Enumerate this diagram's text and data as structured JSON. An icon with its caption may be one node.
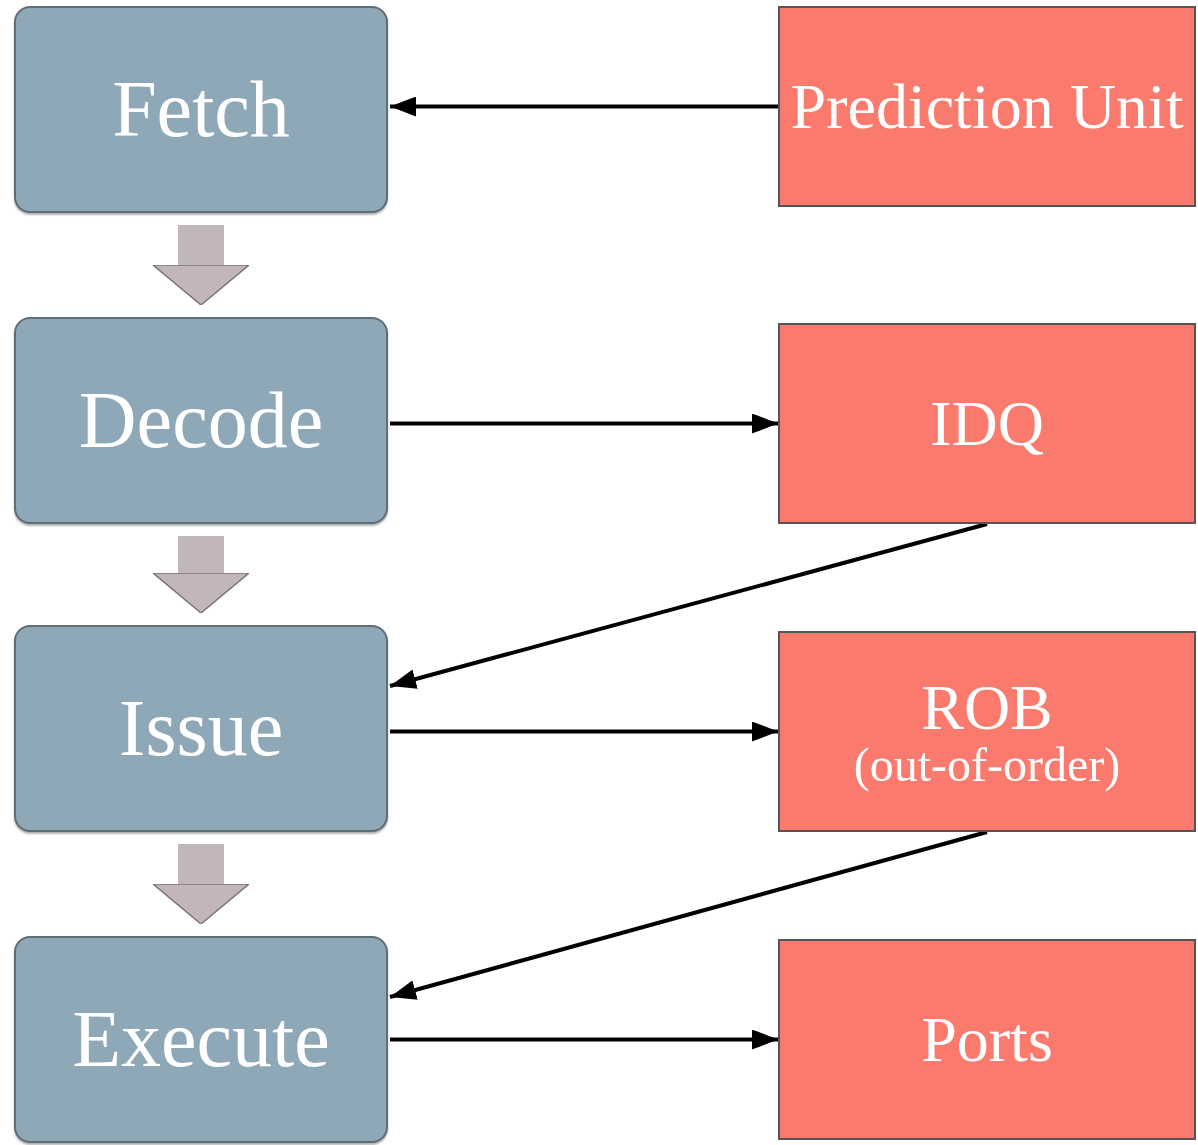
{
  "diagram": {
    "nodes": [
      {
        "text": [
          "Fetch"
        ]
      },
      {
        "text": [
          "Decode"
        ]
      },
      {
        "text": [
          "Issue"
        ]
      },
      {
        "text": [
          "Execute"
        ]
      },
      {
        "text": [
          "Prediction Unit"
        ]
      },
      {
        "text": [
          "IDQ"
        ]
      },
      {
        "text": [
          "ROB",
          "(out-of-order)"
        ]
      },
      {
        "text": [
          "Ports"
        ]
      }
    ],
    "edges": [
      {
        "from": 0,
        "to": 1,
        "arrow": "to",
        "style": "thick",
        "color": "#c3b6ba"
      },
      {
        "from": 1,
        "to": 2,
        "arrow": "to",
        "style": "thick",
        "color": "#c3b6ba"
      },
      {
        "from": 2,
        "to": 3,
        "arrow": "to",
        "style": "thick",
        "color": "#c3b6ba"
      },
      {
        "from": 4,
        "to": 0,
        "arrow": "to"
      },
      {
        "from": 1,
        "to": 5,
        "arrow": "to"
      },
      {
        "from": 5,
        "to": 2,
        "arrow": "to"
      },
      {
        "from": 2,
        "to": 6,
        "arrow": "to"
      },
      {
        "from": 6,
        "to": 3,
        "arrow": "to"
      },
      {
        "from": 3,
        "to": 7,
        "arrow": "to"
      }
    ]
  }
}
